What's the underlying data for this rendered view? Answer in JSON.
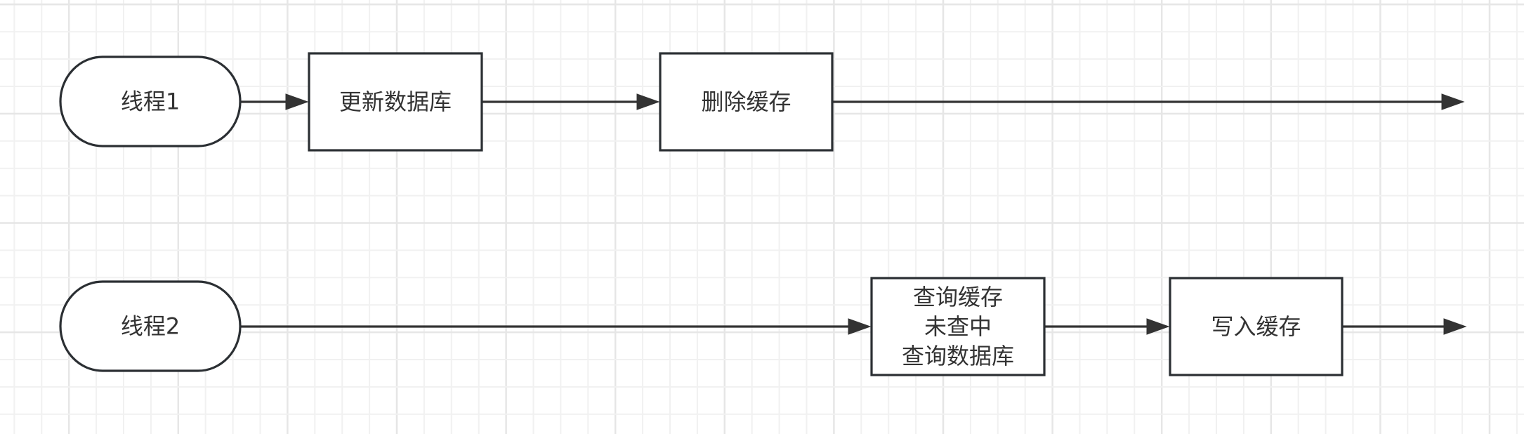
{
  "diagram": {
    "type": "flowchart",
    "nodes": [
      {
        "id": "thread1",
        "shape": "terminal",
        "lines": [
          "线程1"
        ]
      },
      {
        "id": "update-db",
        "shape": "process",
        "lines": [
          "更新数据库"
        ]
      },
      {
        "id": "delete-cache",
        "shape": "process",
        "lines": [
          "删除缓存"
        ]
      },
      {
        "id": "thread2",
        "shape": "terminal",
        "lines": [
          "线程2"
        ]
      },
      {
        "id": "query-cache-miss-query-db",
        "shape": "process",
        "lines": [
          "查询缓存",
          "未查中",
          "查询数据库"
        ]
      },
      {
        "id": "write-cache",
        "shape": "process",
        "lines": [
          "写入缓存"
        ]
      }
    ],
    "edges": [
      {
        "from": "thread1",
        "to": "update-db"
      },
      {
        "from": "update-db",
        "to": "delete-cache"
      },
      {
        "from": "delete-cache",
        "to": null
      },
      {
        "from": "thread2",
        "to": "query-cache-miss-query-db"
      },
      {
        "from": "query-cache-miss-query-db",
        "to": "write-cache"
      },
      {
        "from": "write-cache",
        "to": null
      }
    ],
    "colors": {
      "stroke": "#2b2f33",
      "text": "#333333",
      "fill": "#ffffff",
      "grid": "#ebebeb"
    }
  }
}
